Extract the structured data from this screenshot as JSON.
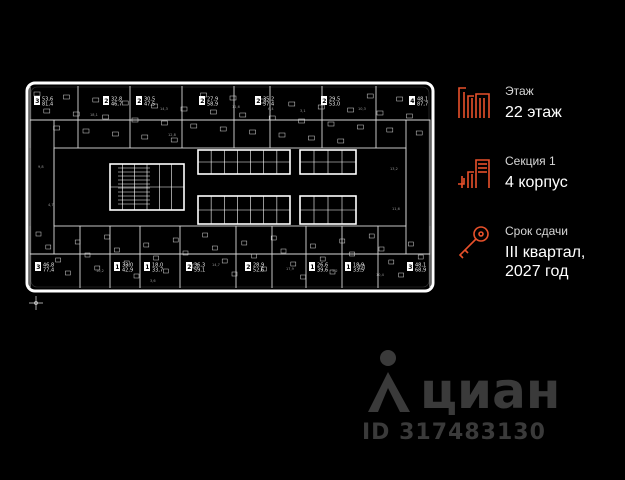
{
  "info": {
    "floor": {
      "label": "Этаж",
      "value": "22 этаж",
      "icon": "building-floor-icon"
    },
    "section": {
      "label": "Секция 1",
      "value": "4 корпус",
      "icon": "building-section-icon"
    },
    "deadline": {
      "label": "Срок сдачи",
      "value_line1": "III квартал,",
      "value_line2": "2027 год",
      "icon": "key-icon"
    },
    "accent_color": "#e8512b"
  },
  "watermark": {
    "brand": "циан",
    "id": "ID 317483130"
  },
  "plan": {
    "top_apartments": [
      {
        "rooms": "3",
        "area": "53,6",
        "price": "81,4"
      },
      {
        "rooms": "2",
        "area": "32,8",
        "price": "46,7"
      },
      {
        "rooms": "2",
        "area": "30,5",
        "price": "47,5"
      },
      {
        "rooms": "2",
        "area": "27,9",
        "price": "58,9"
      },
      {
        "rooms": "2",
        "area": "35,2",
        "price": "57,4"
      },
      {
        "rooms": "2",
        "area": "29,5",
        "price": "53,0"
      },
      {
        "rooms": "4",
        "area": "48,1",
        "price": "87,7"
      }
    ],
    "bottom_apartments": [
      {
        "rooms": "3",
        "area": "46,8",
        "price": "77,4"
      },
      {
        "rooms": "1",
        "area": "33,0",
        "price": "42,9"
      },
      {
        "rooms": "1",
        "area": "18,0",
        "price": "33,7"
      },
      {
        "rooms": "2",
        "area": "36,3",
        "price": "59,1"
      },
      {
        "rooms": "2",
        "area": "28,9",
        "price": "52,6"
      },
      {
        "rooms": "1",
        "area": "26,6",
        "price": "39,6"
      },
      {
        "rooms": "1",
        "area": "18,9",
        "price": "33,5"
      },
      {
        "rooms": "3",
        "area": "48,1",
        "price": "68,9"
      }
    ],
    "room_sizes": [
      "18,1",
      "14,3",
      "11,6",
      "6,4",
      "3,1",
      "10,3",
      "9,8",
      "13,2",
      "4,7",
      "11,6",
      "10,2",
      "3,6",
      "14,7",
      "17,9",
      "5,2",
      "10,4",
      "12,8"
    ]
  }
}
